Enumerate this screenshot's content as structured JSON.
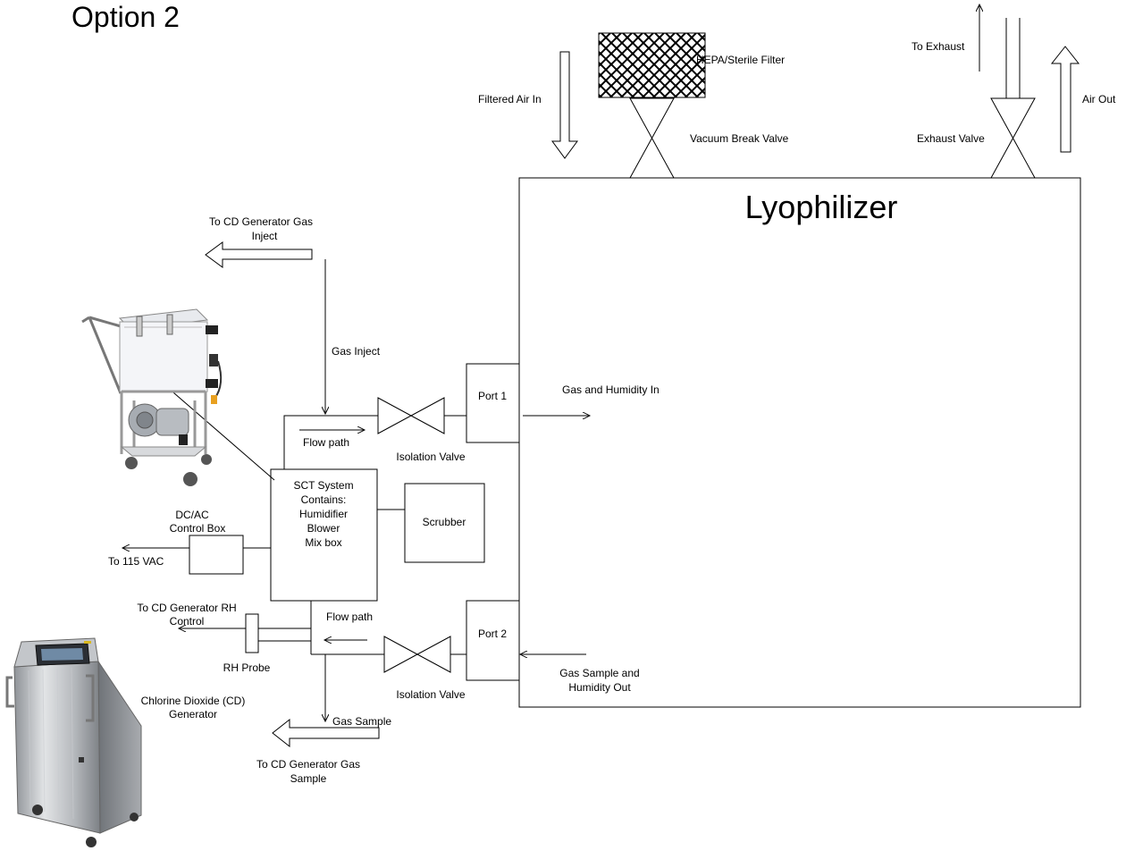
{
  "title": "Option 2",
  "chamber": {
    "label": "Lyophilizer"
  },
  "top": {
    "filter_label": "HEPA/Sterile Filter",
    "filtered_air_in": "Filtered Air In",
    "vacuum_break_valve": "Vacuum Break Valve",
    "to_exhaust": "To Exhaust",
    "exhaust_valve": "Exhaust Valve",
    "air_out": "Air Out"
  },
  "ports": {
    "port1": "Port 1",
    "port2": "Port 2",
    "gas_humidity_in": "Gas and Humidity In",
    "gas_sample_out_1": "Gas Sample and",
    "gas_sample_out_2": "Humidity Out"
  },
  "sct": {
    "lines": [
      "SCT System",
      "Contains:",
      "Humidifier",
      "Blower",
      "Mix box"
    ],
    "scrubber": "Scrubber"
  },
  "flow": {
    "to_cd_gas_inject_1": "To CD Generator Gas",
    "to_cd_gas_inject_2": "Inject",
    "gas_inject": "Gas Inject",
    "flow_path_top": "Flow path",
    "isolation_valve_top": "Isolation Valve",
    "flow_path_bottom": "Flow path",
    "isolation_valve_bottom": "Isolation Valve",
    "gas_sample": "Gas Sample",
    "to_cd_gas_sample_1": "To CD Generator Gas",
    "to_cd_gas_sample_2": "Sample"
  },
  "control": {
    "dc_ac_1": "DC/AC",
    "dc_ac_2": "Control Box",
    "to_115vac": "To 115 VAC"
  },
  "rh": {
    "to_cd_rh_1": "To CD Generator RH",
    "to_cd_rh_2": "Control",
    "rh_probe": "RH Probe"
  },
  "generator": {
    "label_1": "Chlorine Dioxide (CD)",
    "label_2": "Generator"
  }
}
